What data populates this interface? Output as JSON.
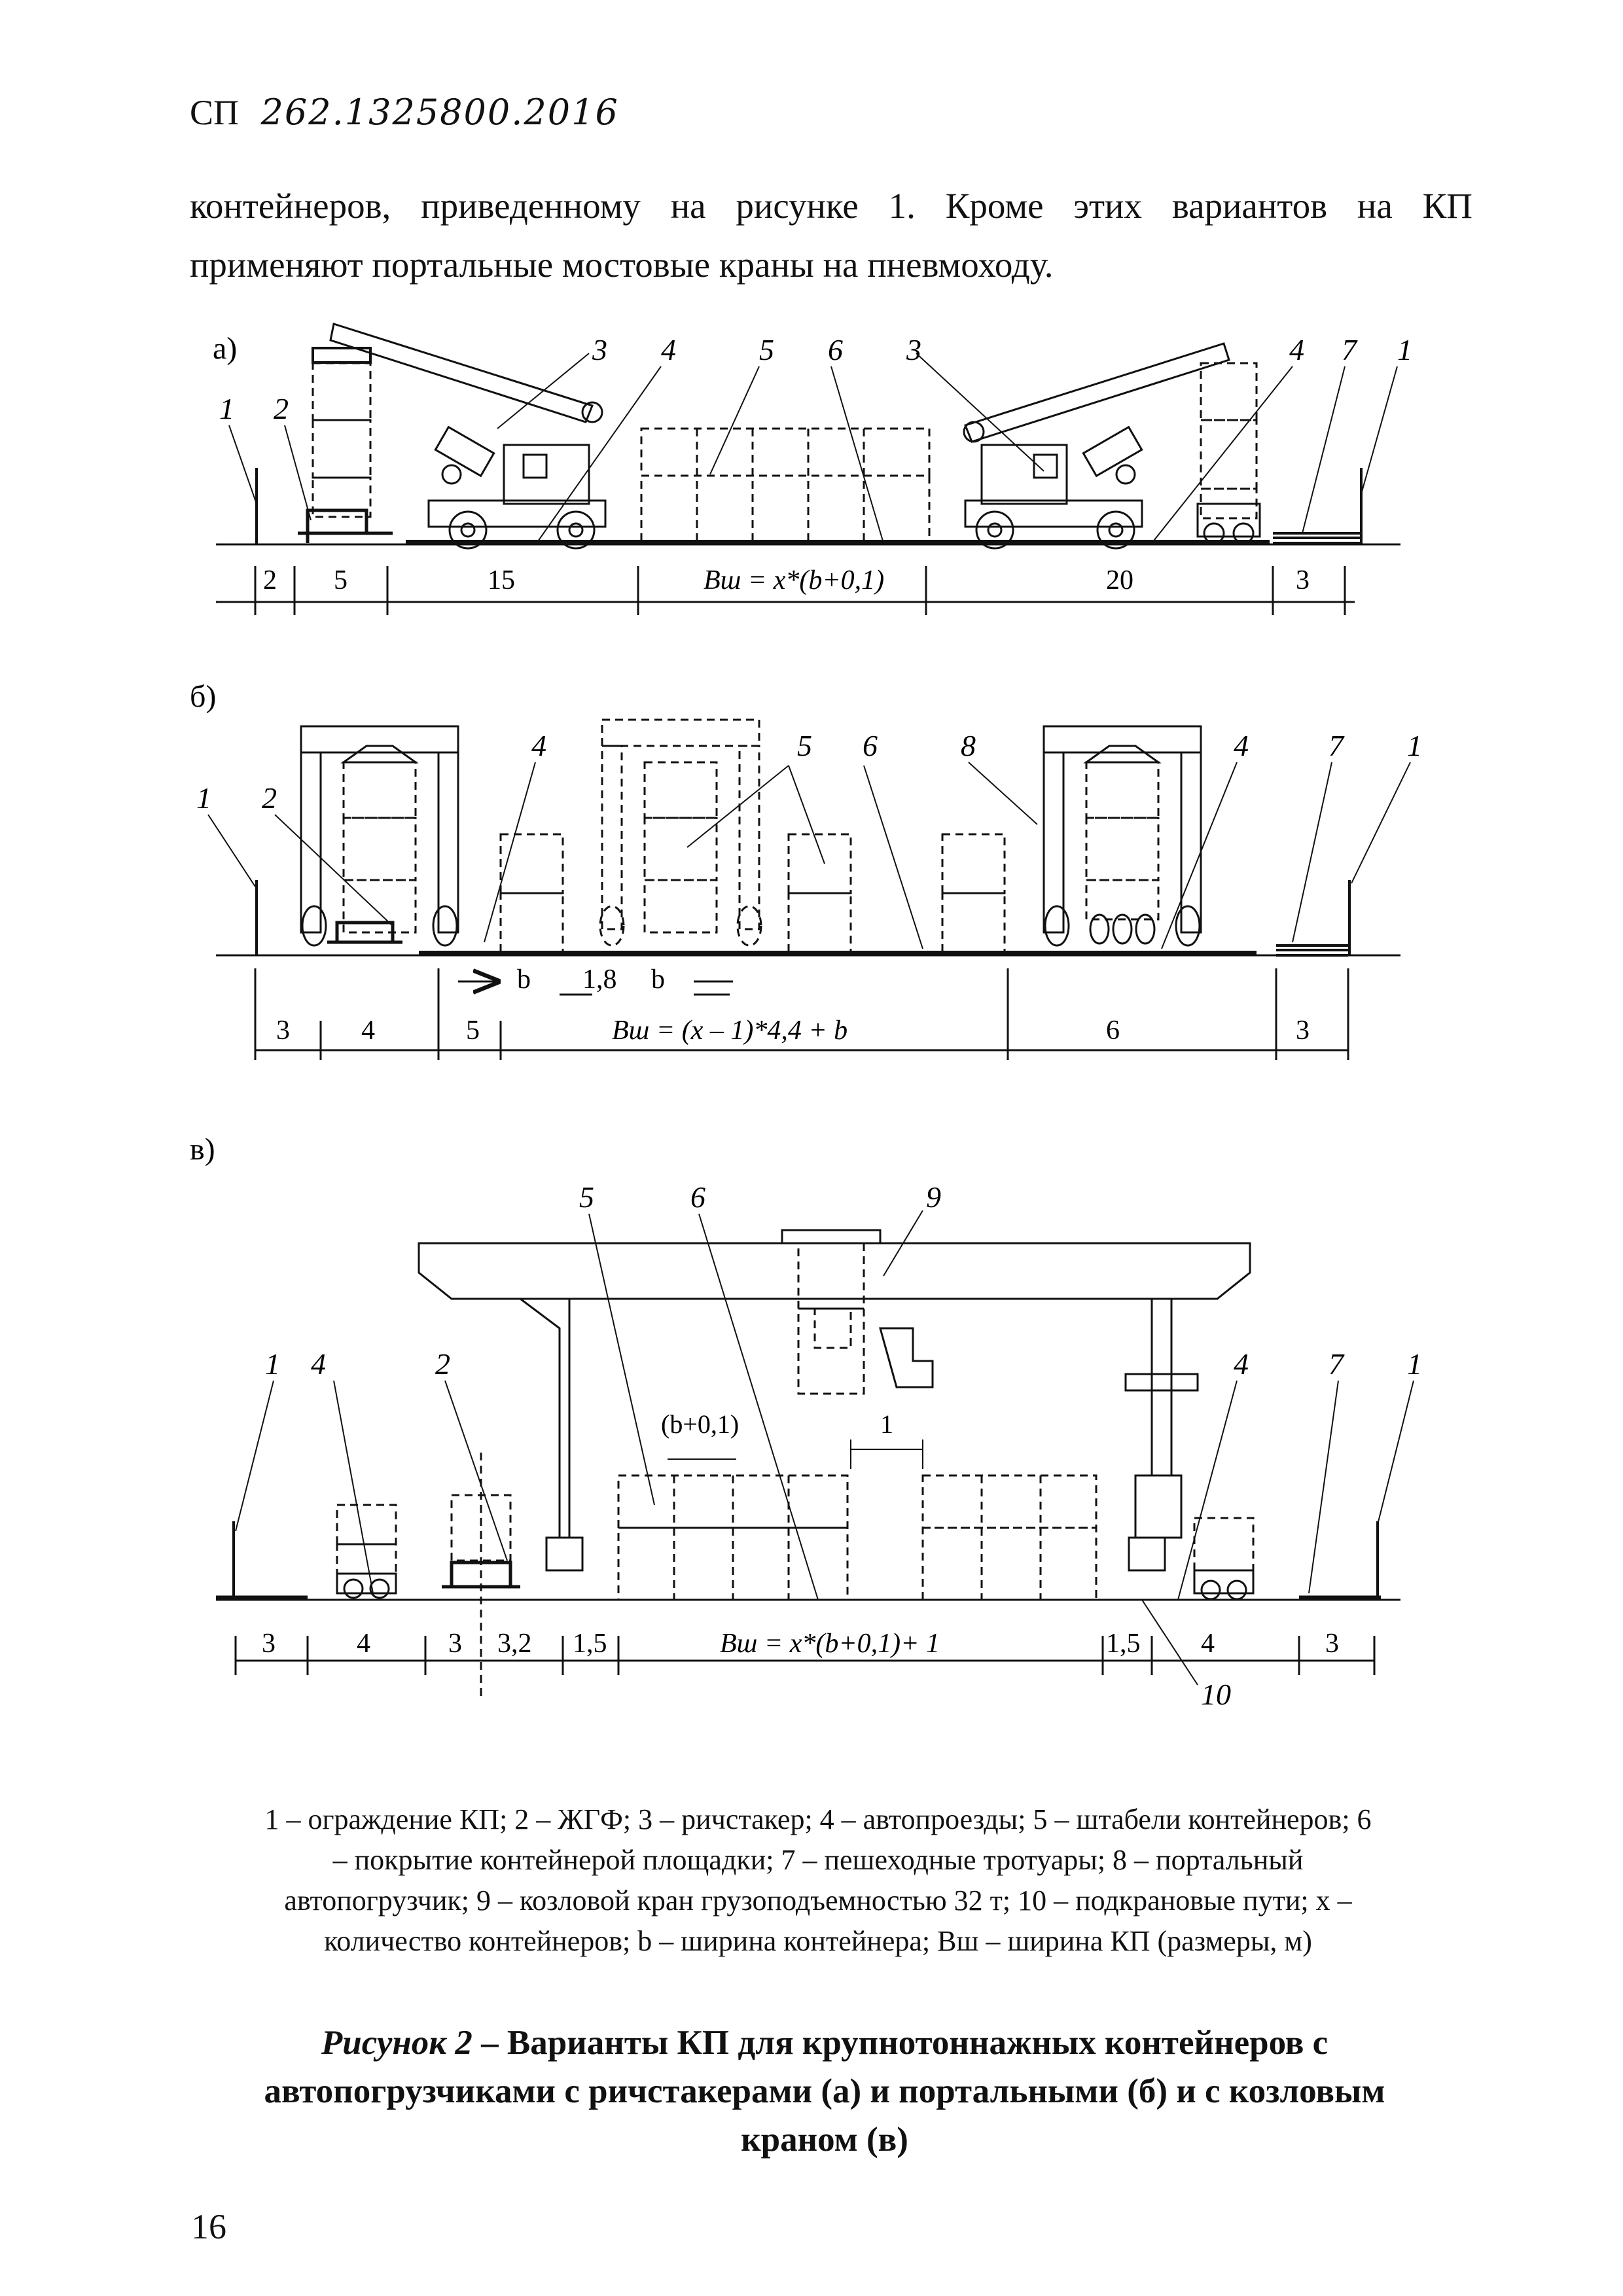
{
  "header": {
    "prefix": "СП",
    "code": "262.1325800.2016"
  },
  "body_text": {
    "line1": "контейнеров, приведенному на рисунке 1. Кроме этих вариантов на КП",
    "line2": "применяют портальные мостовые краны на пневмоходу."
  },
  "figure_a": {
    "label": "а)",
    "callouts": [
      "1",
      "2",
      "3",
      "4",
      "5",
      "6",
      "3",
      "4",
      "7",
      "1"
    ],
    "dims": [
      "2",
      "5",
      "15",
      "Вш = x*(b+0,1)",
      "20",
      "3"
    ]
  },
  "figure_b": {
    "label": "б)",
    "callouts": [
      "1",
      "2",
      "4",
      "5",
      "6",
      "8",
      "4",
      "7",
      "1"
    ],
    "small_dims": [
      "b",
      "1,8",
      "b"
    ],
    "dims": [
      "3",
      "4",
      "5",
      "Вш = (x – 1)*4,4 + b",
      "6",
      "3"
    ]
  },
  "figure_v": {
    "label": "в)",
    "callouts": [
      "5",
      "6",
      "9",
      "1",
      "4",
      "2",
      "4",
      "7",
      "1",
      "10"
    ],
    "inner_dims": [
      "(b+0,1)",
      "1"
    ],
    "dims": [
      "3",
      "4",
      "3",
      "3,2",
      "1,5",
      "Вш = x*(b+0,1)+ 1",
      "1,5",
      "4",
      "3"
    ]
  },
  "legend": {
    "line1": "1 – ограждение КП; 2 – ЖГФ; 3 – ричстакер; 4 – автопроезды; 5 – штабели контейнеров; 6",
    "line2": "– покрытие контейнерой площадки; 7 – пешеходные тротуары; 8 – портальный",
    "line3": "автопогрузчик; 9 – козловой кран грузоподъемностью 32 т; 10 – подкрановые пути; x –",
    "line4": "количество контейнеров; b – ширина контейнера; Вш – ширина КП (размеры, м)"
  },
  "figure_title": {
    "prefix": "Рисунок 2",
    "line1": " – Варианты КП для крупнотоннажных контейнеров с",
    "line2": "автопогрузчиками с ричстакерами (а) и портальными (б) и с козловым",
    "line3": "краном (в)"
  },
  "page_number": "16"
}
